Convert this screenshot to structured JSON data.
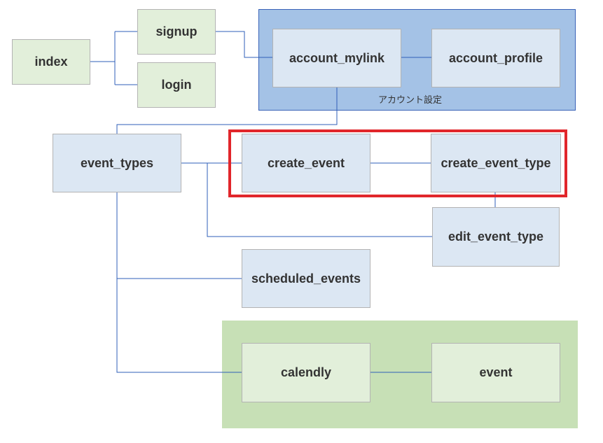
{
  "group_label": "アカウント設定",
  "nodes": {
    "index": "index",
    "signup": "signup",
    "login": "login",
    "account_mylink": "account_mylink",
    "account_profile": "account_profile",
    "event_types": "event_types",
    "create_event": "create_event",
    "create_event_type": "create_event_type",
    "edit_event_type": "edit_event_type",
    "scheduled_events": "scheduled_events",
    "calendly": "calendly",
    "event": "event"
  },
  "colors": {
    "account_group": "#a4c2e6",
    "calendar_group": "#c7e0b6",
    "highlight": "#e1262b",
    "connector": "#2f5fb8"
  }
}
